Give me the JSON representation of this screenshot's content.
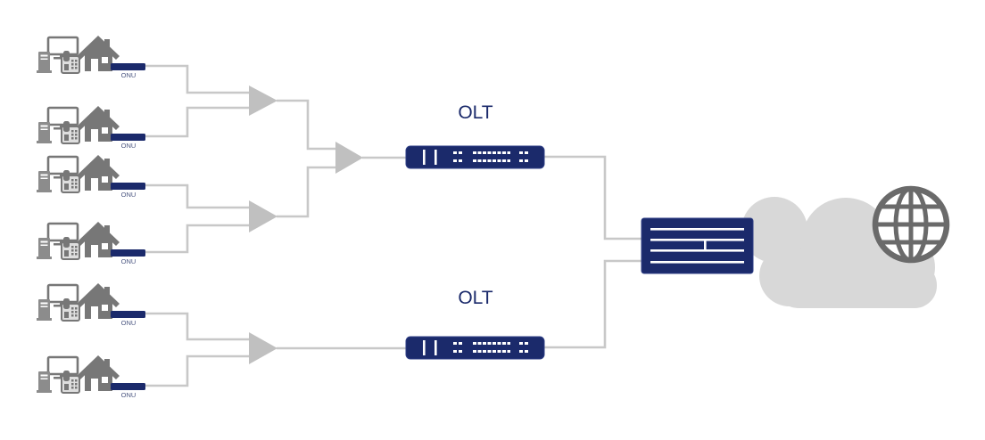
{
  "diagram": {
    "onus": [
      {
        "label": "ONU"
      },
      {
        "label": "ONU"
      },
      {
        "label": "ONU"
      },
      {
        "label": "ONU"
      },
      {
        "label": "ONU"
      },
      {
        "label": "ONU"
      }
    ],
    "olts": [
      {
        "label": "OLT"
      },
      {
        "label": "OLT"
      }
    ]
  },
  "icons": {
    "endpoint": [
      "computer-icon",
      "phone-icon",
      "house-icon"
    ],
    "onu": "onu-device-icon",
    "splitter": "splitter-icon",
    "olt": "olt-device-icon",
    "core": "core-switch-icon",
    "cloud": "cloud-icon",
    "globe": "globe-icon"
  },
  "colors": {
    "device": "#1b2a6b",
    "link": "#c8c8c8",
    "splitter": "#c0c0c0",
    "endpoint": "#777777",
    "cloud": "#d8d8d8",
    "globe": "#6a6a6a",
    "background": "#ffffff"
  }
}
